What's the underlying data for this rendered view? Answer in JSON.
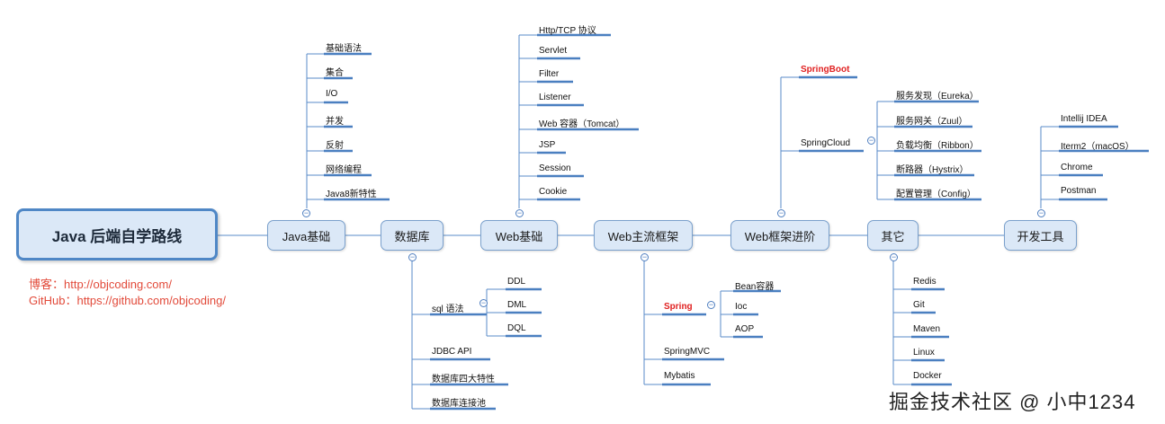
{
  "root": {
    "title": "Java 后端自学路线"
  },
  "blog": {
    "line1": "博客：http://objcoding.com/",
    "line2": "GitHub：https://github.com/objcoding/"
  },
  "watermark": "掘金技术社区 @ 小中1234",
  "collapse_glyph": "−",
  "topics": {
    "java": {
      "label": "Java基础",
      "items": [
        "基础语法",
        "集合",
        "I/O",
        "并发",
        "反射",
        "网络编程",
        "Java8新特性"
      ]
    },
    "db": {
      "label": "数据库",
      "sql": {
        "label": "sql 语法",
        "items": [
          "DDL",
          "DML",
          "DQL"
        ]
      },
      "items": [
        "JDBC API",
        "数据库四大特性",
        "数据库连接池"
      ]
    },
    "web": {
      "label": "Web基础",
      "items": [
        "Http/TCP 协议",
        "Servlet",
        "Filter",
        "Listener",
        "Web 容器（Tomcat）",
        "JSP",
        "Session",
        "Cookie"
      ]
    },
    "framework": {
      "label": "Web主流框架",
      "spring": {
        "label": "Spring",
        "items": [
          "Bean容器",
          "Ioc",
          "AOP"
        ]
      },
      "items": [
        "SpringMVC",
        "Mybatis"
      ]
    },
    "advanced": {
      "label": "Web框架进阶",
      "springboot": "SpringBoot",
      "springcloud": {
        "label": "SpringCloud",
        "items": [
          "服务发现（Eureka）",
          "服务网关（Zuul）",
          "负载均衡（Ribbon）",
          "断路器（Hystrix）",
          "配置管理（Config）"
        ]
      }
    },
    "other": {
      "label": "其它",
      "items": [
        "Redis",
        "Git",
        "Maven",
        "Linux",
        "Docker"
      ]
    },
    "tools": {
      "label": "开发工具",
      "items": [
        "Intellij IDEA",
        "Iterm2（macOS）",
        "Chrome",
        "Postman"
      ]
    }
  }
}
